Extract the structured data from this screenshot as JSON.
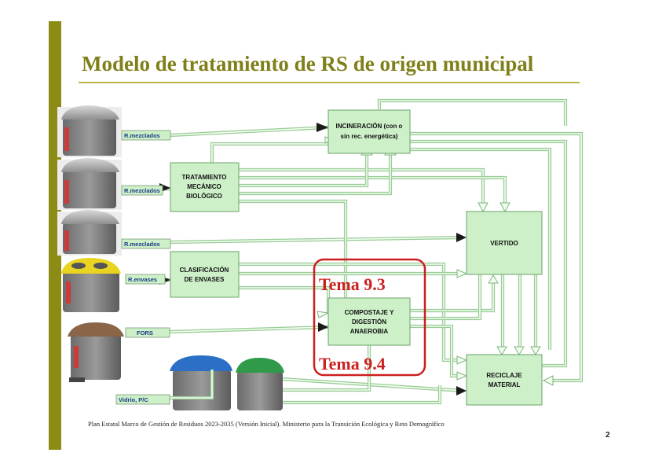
{
  "slide": {
    "title": "Modelo de tratamiento de RS de origen municipal",
    "footnote": "Plan Estatal Marco de Gestión de Residuos 2023-2035 (Versión Inicial). Ministerio para la Transición Ecológica y Reto Demográfico",
    "page_number": "2"
  },
  "diagram": {
    "process_boxes": {
      "incineracion_1": "INCINERACIÓN (con o",
      "incineracion_2": "sin rec. energética)",
      "tmb_1": "TRATAMIENTO",
      "tmb_2": "MECÁNICO",
      "tmb_3": "BIOLÓGICO",
      "clasif_1": "CLASIFICACIÓN",
      "clasif_2": "DE ENVASES",
      "compost_1": "COMPOSTAJE Y",
      "compost_2": "DIGESTIÓN",
      "compost_3": "ANAEROBIA",
      "vertido": "VERTIDO",
      "reciclaje_1": "RECICLAJE",
      "reciclaje_2": "MATERIAL"
    },
    "stream_labels": {
      "mezclados_1": "R.mezclados",
      "mezclados_2": "R.mezclados",
      "mezclados_3": "R.mezclados",
      "envases": "R.envases",
      "fors": "FORS",
      "vidrio": "Vidrio, P/C"
    },
    "highlights": {
      "tema_93": "Tema 9.3",
      "tema_94": "Tema 9.4"
    },
    "colors": {
      "box_fill": "#cdf0c8",
      "flow": "#9ccc99",
      "highlight": "#cc1f1f",
      "title": "#80801a",
      "side_bar": "#8c8c14"
    }
  }
}
